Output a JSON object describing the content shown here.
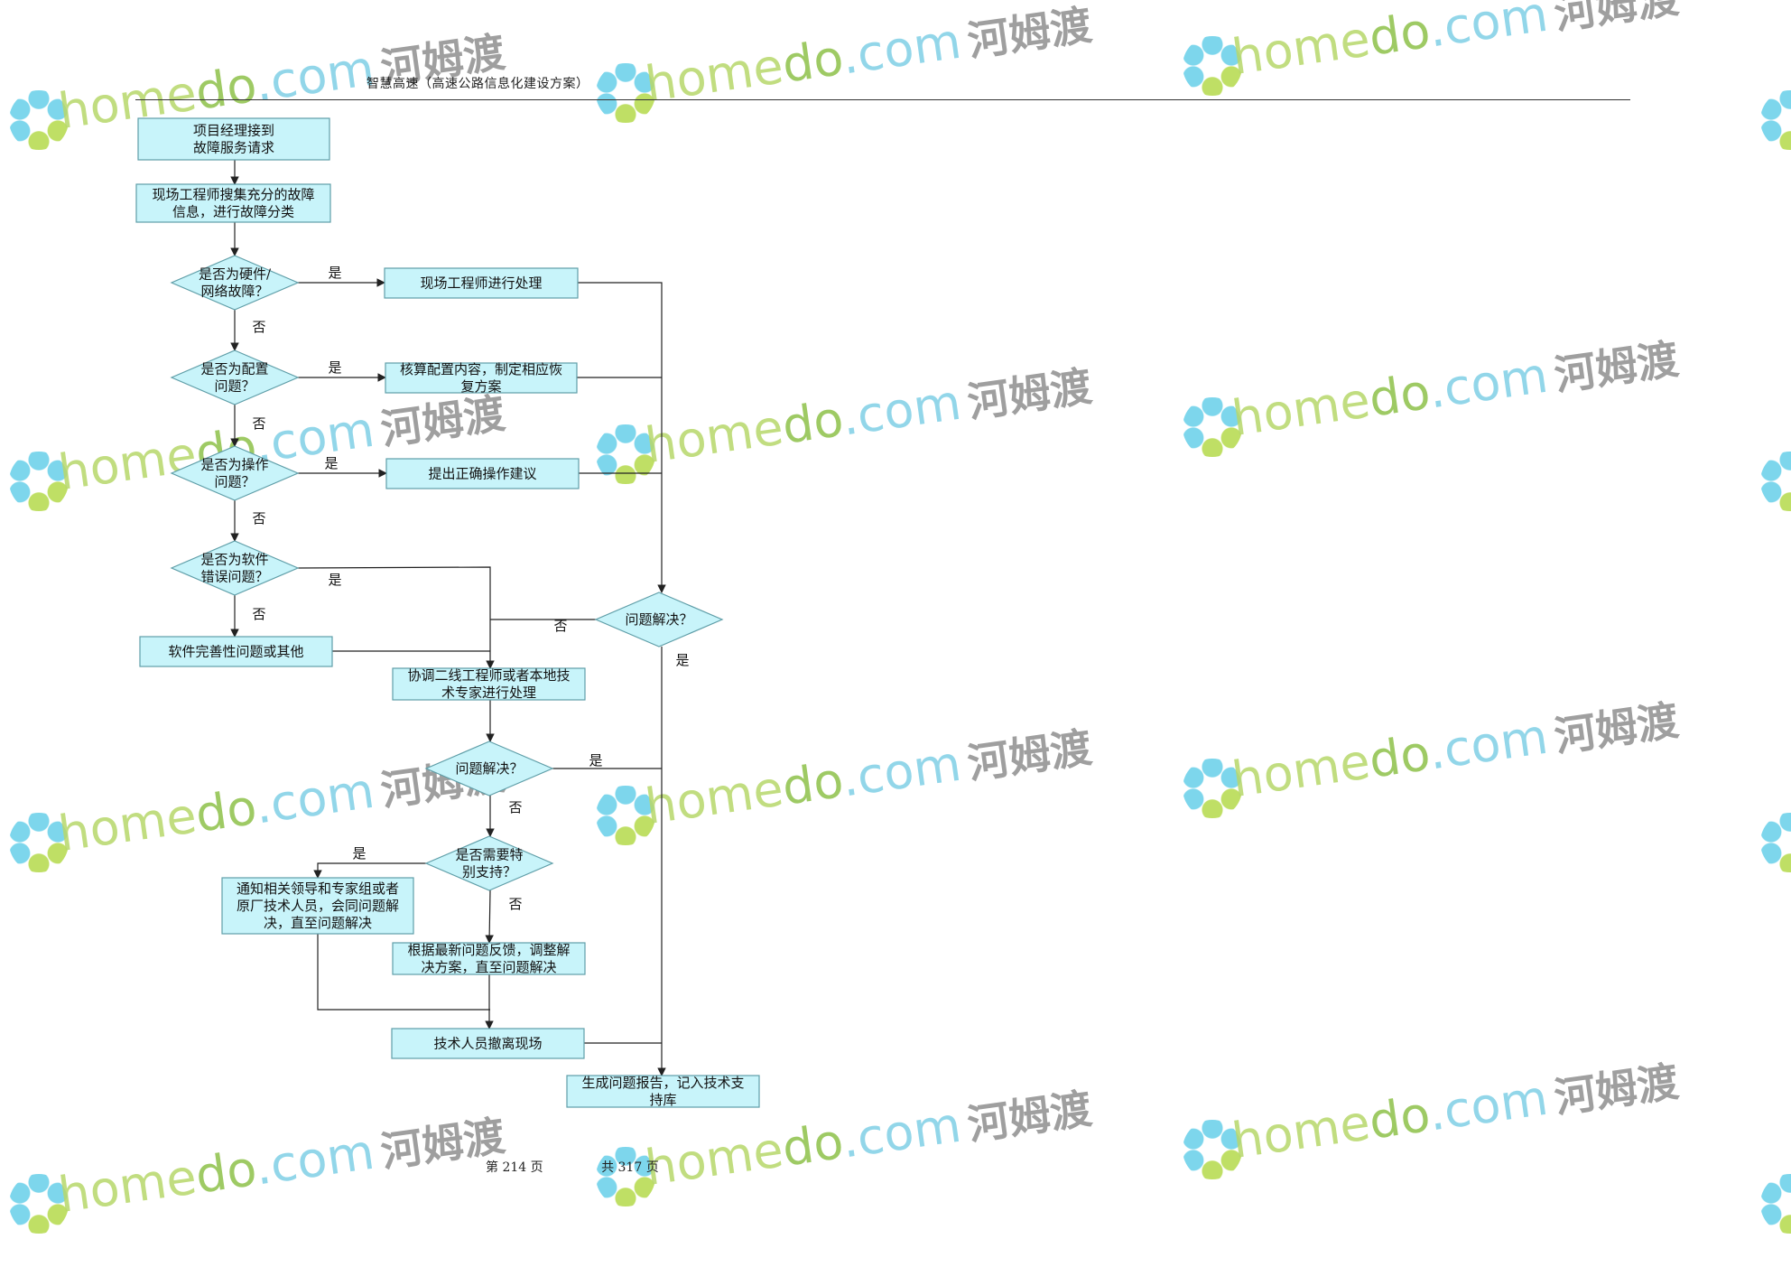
{
  "header": {
    "title": "智慧高速（高速公路信息化建设方案）"
  },
  "watermark": {
    "part_home": "home",
    "part_do": "do",
    "part_com": ".com",
    "part_cn": "河姆渡",
    "colors": {
      "home": "#b7d86a",
      "do": "#8ec14a",
      "com": "#7fd0e6",
      "cn": "#8f8f8f"
    }
  },
  "flowchart": {
    "nodes": {
      "start": [
        "项目经理接到",
        "故障服务请求"
      ],
      "collect": [
        "现场工程师搜集充分的故障",
        "信息，进行故障分类"
      ],
      "d_hardware": [
        "是否为硬件/",
        "网络故障？"
      ],
      "onsite": [
        "现场工程师进行处理"
      ],
      "d_config": [
        "是否为配置",
        "问题？"
      ],
      "verify": [
        "核算配置内容，制定相应恢",
        "复方案"
      ],
      "d_operation": [
        "是否为操作",
        "问题？"
      ],
      "advice": [
        "提出正确操作建议"
      ],
      "d_software": [
        "是否为软件",
        "错误问题？"
      ],
      "software_other": [
        "软件完善性问题或其他"
      ],
      "d_solved1": [
        "问题解决？"
      ],
      "coordinate": [
        "协调二线工程师或者本地技",
        "术专家进行处理"
      ],
      "d_solved2": [
        "问题解决？"
      ],
      "d_special": [
        "是否需要特",
        "别支持？"
      ],
      "notify": [
        "通知相关领导和专家组或者",
        "原厂技术人员，会同问题解",
        "决，直至问题解决"
      ],
      "adjust": [
        "根据最新问题反馈，调整解",
        "决方案，直至问题解决"
      ],
      "leave": [
        "技术人员撤离现场"
      ],
      "report": [
        "生成问题报告，记入技术支",
        "持库"
      ]
    },
    "labels": {
      "yes": "是",
      "no": "否"
    },
    "colors": {
      "box_fill": "#c8f4fa",
      "box_stroke": "#5f9ea8",
      "edge": "#222222"
    }
  },
  "footer": {
    "page": "第 214 页",
    "total": "共 317 页"
  }
}
